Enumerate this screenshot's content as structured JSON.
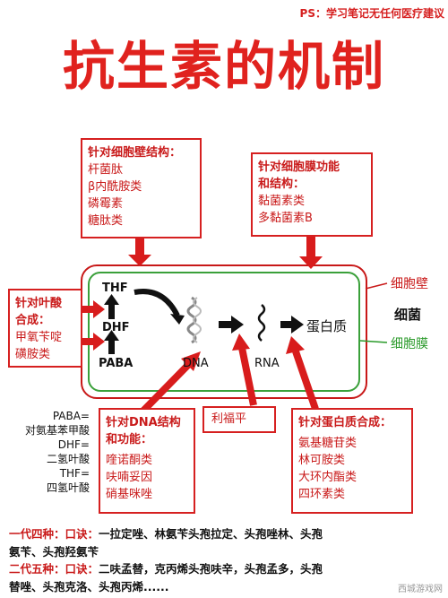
{
  "ps": "PS：学习笔记无任何医疗建议",
  "title": "抗生素的机制",
  "cell_wall_box": {
    "heading": "针对细胞壁结构：",
    "items": [
      "杆菌肽",
      "β内酰胺类",
      "磷霉素",
      "糖肽类"
    ]
  },
  "membrane_box": {
    "heading_1": "针对细胞膜功能",
    "heading_2": "和结构：",
    "items": [
      "黏菌素类",
      "多黏菌素B"
    ]
  },
  "folate_box": {
    "heading_1": "针对叶酸",
    "heading_2": "合成：",
    "items": [
      "甲氧苄啶",
      "磺胺类"
    ]
  },
  "dna_box": {
    "heading_1": "针对DNA结构",
    "heading_2": "和功能：",
    "items": [
      "喹诺酮类",
      "呋喃妥因",
      "硝基咪唑"
    ]
  },
  "rifampin_box": {
    "label": "利福平"
  },
  "protein_box": {
    "heading": "针对蛋白质合成：",
    "items": [
      "氨基糖苷类",
      "林可胺类",
      "大环内酯类",
      "四环素类"
    ]
  },
  "cell_labels": {
    "wall": "细胞壁",
    "bacteria": "细菌",
    "membrane": "细胞膜"
  },
  "molecules": {
    "thf": "THF",
    "dhf": "DHF",
    "paba": "PABA",
    "dna": "DNA",
    "rna": "RNA",
    "protein": "蛋白质"
  },
  "left_notes": [
    "PABA=",
    "对氨基苯甲酸",
    "DHF=",
    "二氢叶酸",
    "THF=",
    "四氢叶酸"
  ],
  "bottom_lines": {
    "l1_prefix": "一代四种：口诀：",
    "l1_text": "一拉定唑、林氨苄头孢拉定、头孢唑林、头孢",
    "l2_text": "氨苄、头孢羟氨苄",
    "l3_prefix": "二代五种：口诀：",
    "l3_text": "二呋孟替，克丙烯头孢呋辛，头孢孟多，头孢",
    "l4_text": "替唑、头孢克洛、头孢丙烯......"
  },
  "watermark": "西城游戏网",
  "colors": {
    "red": "#d62020",
    "green": "#3aa03a",
    "arrow_red": "#d81c1c"
  }
}
